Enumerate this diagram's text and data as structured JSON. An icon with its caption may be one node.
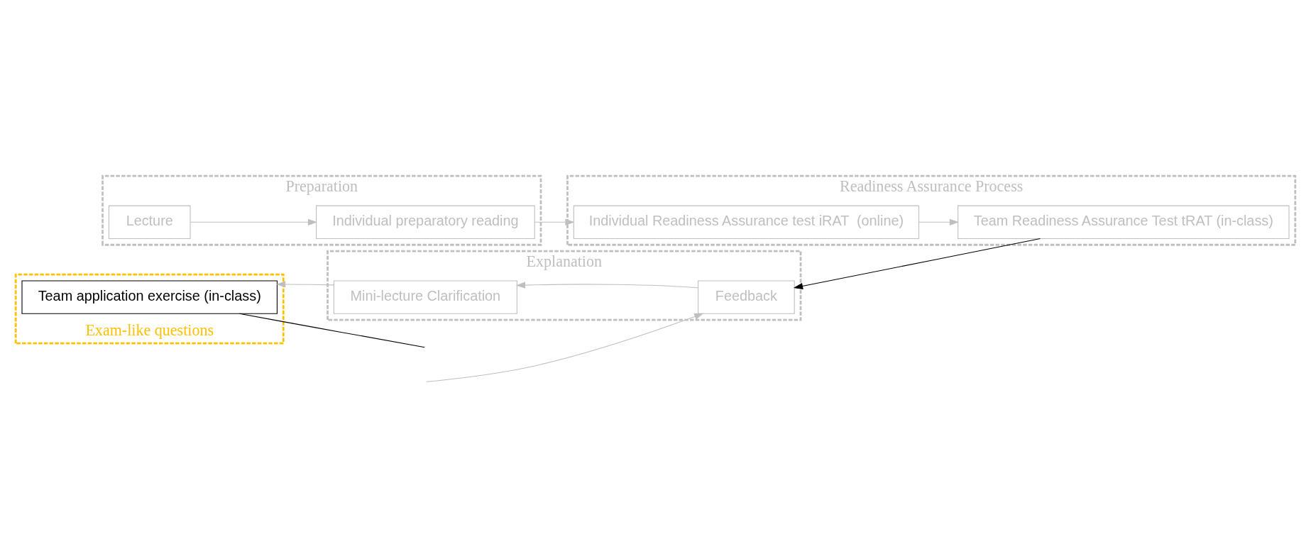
{
  "diagram": {
    "nodes": [
      {
        "text": [
          "Preparation"
        ]
      },
      {
        "text": [
          "Lecture"
        ],
        "in": 0
      },
      {
        "text": [
          "Individual preparatory reading"
        ],
        "in": 0
      },
      {
        "text": [
          "Readiness Assurance Process"
        ]
      },
      {
        "text": [
          "Individual Readiness Assurance test iRAT  (online)"
        ],
        "in": 3
      },
      {
        "text": [
          "Team Readiness Assurance Test tRAT (in-class)"
        ],
        "in": 3
      },
      {
        "text": [
          "Explanation"
        ]
      },
      {
        "text": [
          "Mini-lecture Clarification"
        ],
        "in": 6
      },
      {
        "text": [
          "Feedback"
        ],
        "in": 6
      },
      {
        "text": [
          "Exam-like questions"
        ]
      },
      {
        "text": [
          "Team application exercise (in-class)"
        ],
        "in": 9
      }
    ],
    "edges": [
      {
        "from": 1,
        "to": 2,
        "arrow": "to"
      },
      {
        "from": 2,
        "to": 4,
        "arrow": "to"
      },
      {
        "from": 4,
        "to": 5,
        "arrow": "to"
      },
      {
        "from": 5,
        "to": 8,
        "arrow": "to",
        "color": "#000000"
      },
      {
        "from": 8,
        "to": 7,
        "arrow": "to"
      },
      {
        "from": 7,
        "to": 10,
        "arrow": "to"
      },
      {
        "from": 10,
        "to": null,
        "arrow": "none",
        "color": "#000000"
      },
      {
        "from": null,
        "to": 8,
        "arrow": "to"
      }
    ]
  }
}
